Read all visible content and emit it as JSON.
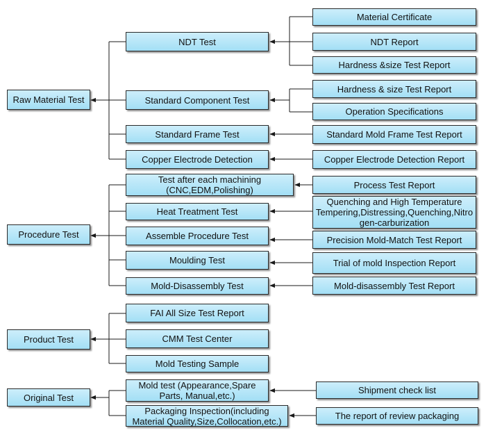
{
  "categories": [
    {
      "key": "raw",
      "label": "Raw  Material Test"
    },
    {
      "key": "procedure",
      "label": "Procedure Test"
    },
    {
      "key": "product",
      "label": "Product Test"
    },
    {
      "key": "original",
      "label": "Original Test"
    }
  ],
  "tests": {
    "ndt": "NDT Test",
    "standard_component": "Standard Component Test",
    "standard_frame": "Standard Frame Test",
    "copper_electrode": "Copper Electrode Detection",
    "machining": "Test after each machining\n(CNC,EDM,Polishing)",
    "heat_treatment": "Heat Treatment Test",
    "assemble_procedure": "Assemble Procedure Test",
    "moulding": "Moulding Test",
    "mold_disassembly": "Mold-Disassembly Test",
    "fai": "FAI  All Size Test Report",
    "cmm": "CMM Test Center",
    "mold_testing_sample": "Mold Testing Sample",
    "mold_test": "Mold test (Appearance,Spare\nParts, Manual,etc.)",
    "packaging_inspection": "Packaging Inspection(including\nMaterial Quality,Size,Collocation,etc.)"
  },
  "reports": {
    "material_certificate": "Material Certificate",
    "ndt_report": "NDT Report",
    "hardness_size_1": "Hardness &size Test Report",
    "hardness_size_2": "Hardness & size Test Report",
    "operation_specs": "Operation Specifications",
    "standard_mold_frame": "Standard Mold Frame Test Report",
    "copper_electrode_report": "Copper Electrode Detection Report",
    "process_test": "Process Test Report",
    "quenching": "Quenching and High Temperature\nTempering,Distressing,Quenching,Nitro\ngen-carburization",
    "precision_match": "Precision Mold-Match Test Report",
    "trial_inspection": "Trial of mold Inspection Report",
    "mold_disassembly_report": "Mold-disassembly Test Report",
    "shipment_checklist": "Shipment check list",
    "review_packaging": "The report of review packaging"
  },
  "style": {
    "box_fill_top": "#cdeefb",
    "box_fill_bottom": "#a3dff5",
    "line_color": "#1a1a1a"
  }
}
